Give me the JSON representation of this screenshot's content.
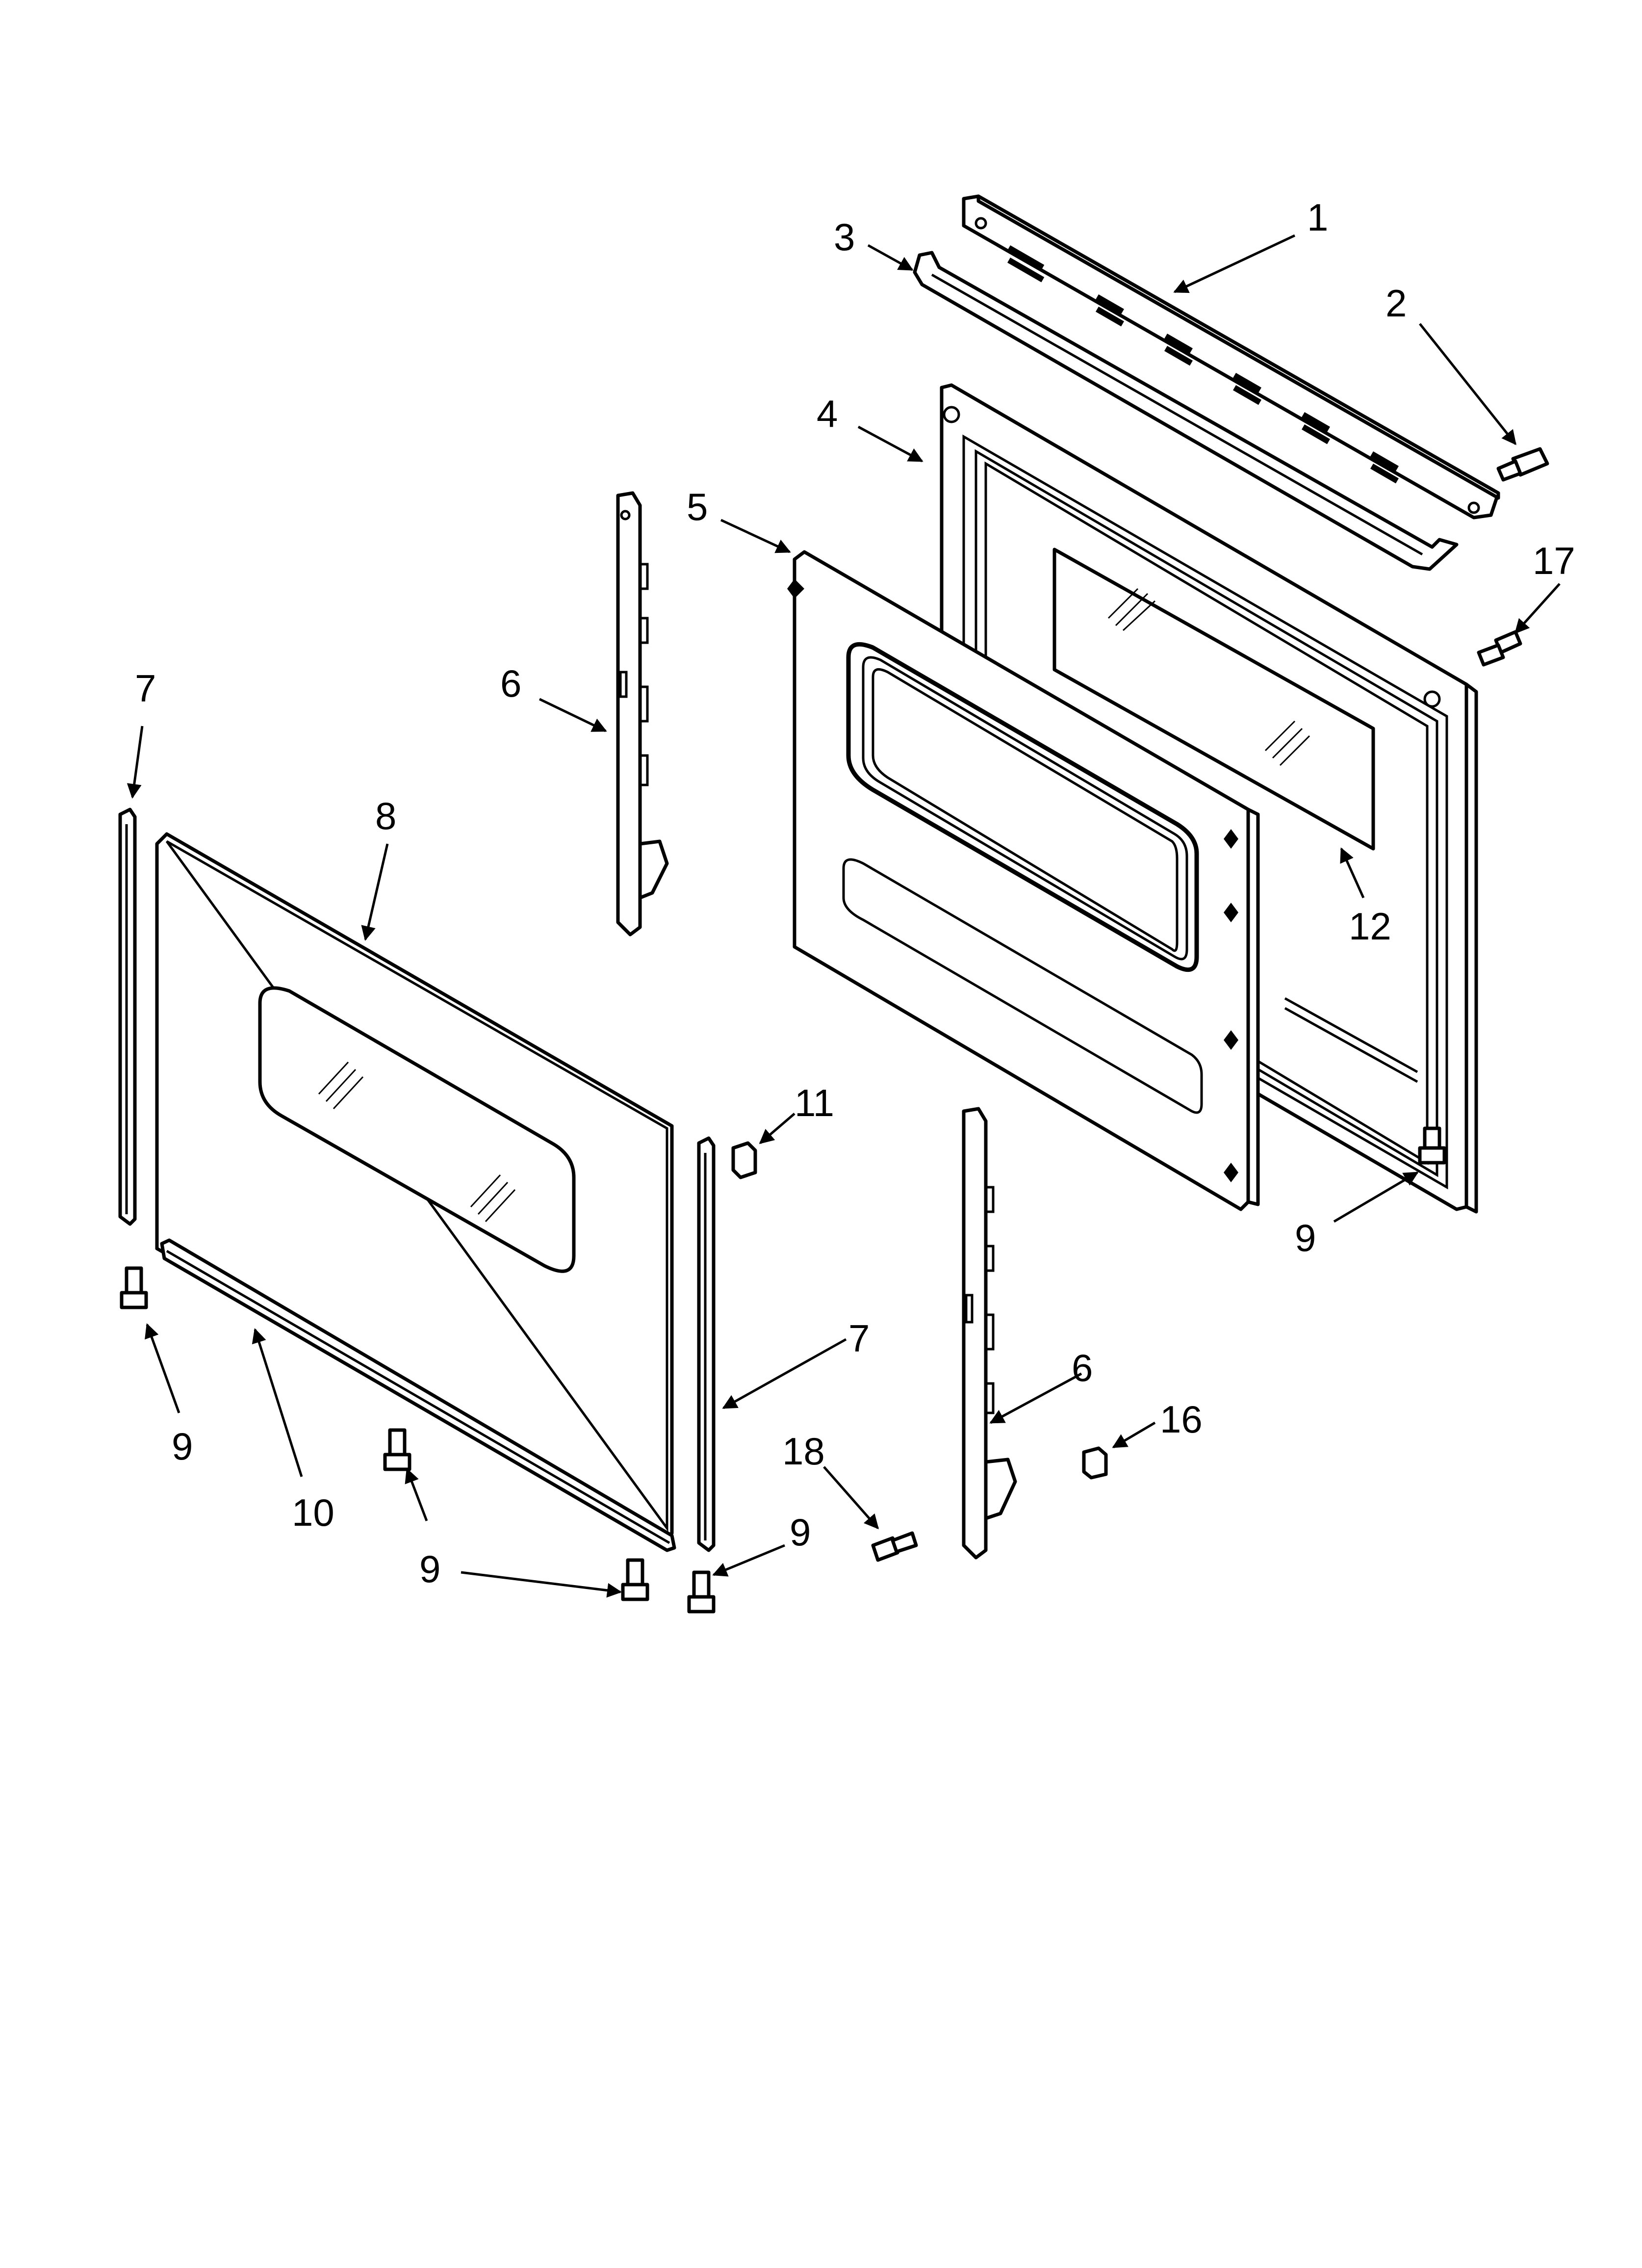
{
  "callouts": [
    {
      "id": "c1",
      "label": "1"
    },
    {
      "id": "c2",
      "label": "2"
    },
    {
      "id": "c3",
      "label": "3"
    },
    {
      "id": "c4",
      "label": "4"
    },
    {
      "id": "c5",
      "label": "5"
    },
    {
      "id": "c6a",
      "label": "6"
    },
    {
      "id": "c6b",
      "label": "6"
    },
    {
      "id": "c7a",
      "label": "7"
    },
    {
      "id": "c7b",
      "label": "7"
    },
    {
      "id": "c8",
      "label": "8"
    },
    {
      "id": "c9a",
      "label": "9"
    },
    {
      "id": "c9b",
      "label": "9"
    },
    {
      "id": "c9c",
      "label": "9"
    },
    {
      "id": "c9d",
      "label": "9"
    },
    {
      "id": "c10",
      "label": "10"
    },
    {
      "id": "c11",
      "label": "11"
    },
    {
      "id": "c12",
      "label": "12"
    },
    {
      "id": "c16",
      "label": "16"
    },
    {
      "id": "c17",
      "label": "17"
    },
    {
      "id": "c18",
      "label": "18"
    }
  ]
}
